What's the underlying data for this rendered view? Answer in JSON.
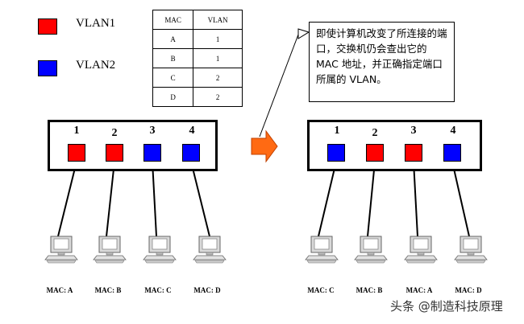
{
  "colors": {
    "vlan1": "#ff0000",
    "vlan2": "#0000ff",
    "arrow": "#ff6a13"
  },
  "legend": [
    {
      "label": "VLAN1",
      "color": "#ff0000"
    },
    {
      "label": "VLAN2",
      "color": "#0000ff"
    }
  ],
  "mac_table": {
    "headers": [
      "MAC",
      "VLAN"
    ],
    "rows": [
      [
        "A",
        "1"
      ],
      [
        "B",
        "1"
      ],
      [
        "C",
        "2"
      ],
      [
        "D",
        "2"
      ]
    ]
  },
  "left_switch": {
    "ports": [
      {
        "num": "1",
        "vlan": "VLAN1",
        "mac": "MAC: A"
      },
      {
        "num": "2",
        "vlan": "VLAN1",
        "mac": "MAC: B"
      },
      {
        "num": "3",
        "vlan": "VLAN2",
        "mac": "MAC: C"
      },
      {
        "num": "4",
        "vlan": "VLAN2",
        "mac": "MAC: D"
      }
    ]
  },
  "right_switch": {
    "ports": [
      {
        "num": "1",
        "vlan": "VLAN2",
        "mac": "MAC: C"
      },
      {
        "num": "2",
        "vlan": "VLAN1",
        "mac": "MAC: B"
      },
      {
        "num": "3",
        "vlan": "VLAN1",
        "mac": "MAC: A"
      },
      {
        "num": "4",
        "vlan": "VLAN2",
        "mac": "MAC: D"
      }
    ]
  },
  "note": "即使计算机改变了所连接的端口，交换机仍会查出它的 MAC 地址，并正确指定端口所属的 VLAN。",
  "watermark": "头条 @制造科技原理",
  "icons": {
    "computer": "computer-icon",
    "arrow": "right-arrow-icon"
  }
}
